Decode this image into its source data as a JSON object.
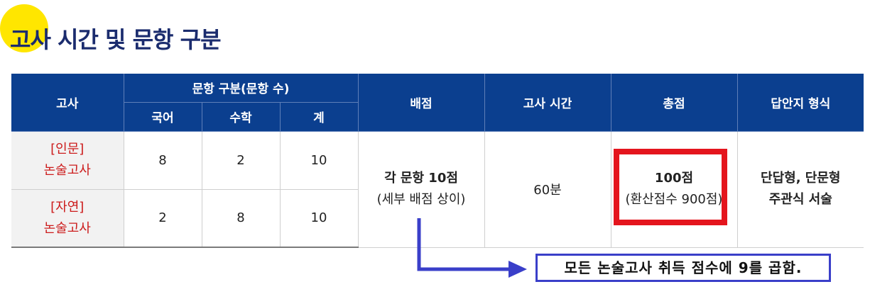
{
  "title": "고사 시간 및 문항 구분",
  "colors": {
    "header_bg": "#0b3f8f",
    "accent_red": "#cc1b1b",
    "highlight_box": "#e4151d",
    "note_border": "#3a3fc9",
    "title_dot": "#ffe600"
  },
  "table": {
    "headers": {
      "exam": "고사",
      "question_group": "문항 구분(문항 수)",
      "korean": "국어",
      "math": "수학",
      "total": "계",
      "points": "배점",
      "time": "고사 시간",
      "total_score": "총점",
      "answer_format": "답안지 형식"
    },
    "rows": [
      {
        "exam_line1": "[인문]",
        "exam_line2": "논술고사",
        "korean": "8",
        "math": "2",
        "total": "10"
      },
      {
        "exam_line1": "[자연]",
        "exam_line2": "논술고사",
        "korean": "2",
        "math": "8",
        "total": "10"
      }
    ],
    "points_line1": "각 문항 10점",
    "points_line2": "(세부 배점 상이)",
    "time": "60분",
    "total_score_line1": "100점",
    "total_score_line2": "(환산점수 900점)",
    "answer_format_line1": "단답형, 단문형",
    "answer_format_line2": "주관식 서술"
  },
  "note": "모든 논술고사 취득 점수에 9를 곱함."
}
